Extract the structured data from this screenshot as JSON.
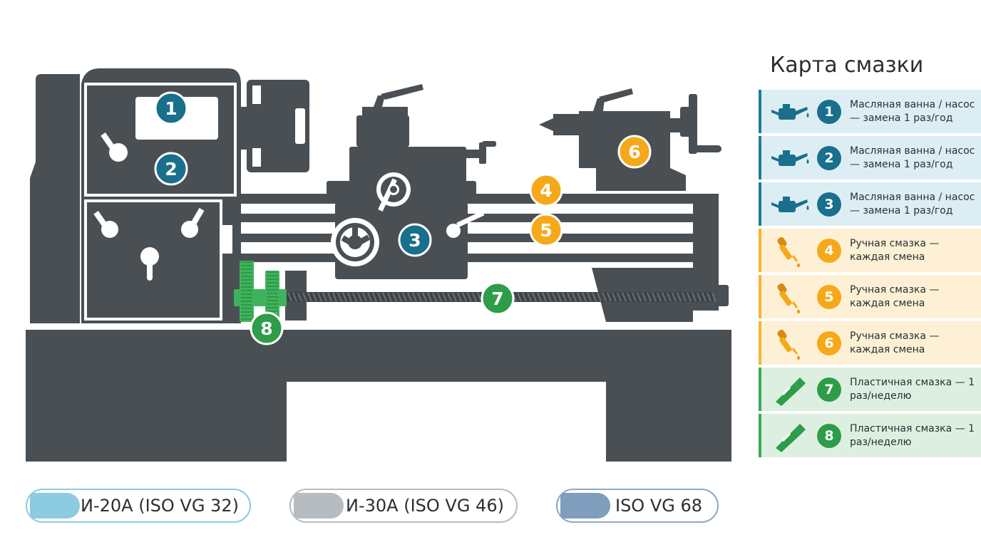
{
  "legend": {
    "title": "Карта смазки",
    "items": [
      {
        "num": "1",
        "text": "Масляная ванна / насос — замена 1 раз/год",
        "group": "blue",
        "icon": "oil-can-icon"
      },
      {
        "num": "2",
        "text": "Масляная ванна / насос — замена 1 раз/год",
        "group": "blue",
        "icon": "oil-can-icon"
      },
      {
        "num": "3",
        "text": "Масляная ванна / насос — замена 1 раз/год",
        "group": "blue",
        "icon": "oil-can-icon"
      },
      {
        "num": "4",
        "text": "Ручная смазка — каждая смена",
        "group": "orange",
        "icon": "dropper-icon"
      },
      {
        "num": "5",
        "text": "Ручная смазка — каждая смена",
        "group": "orange",
        "icon": "dropper-icon"
      },
      {
        "num": "6",
        "text": "Ручная смазка — каждая смена",
        "group": "orange",
        "icon": "dropper-icon"
      },
      {
        "num": "7",
        "text": "Пластичная смазка — 1 раз/неделю",
        "group": "green",
        "icon": "grease-tube-icon"
      },
      {
        "num": "8",
        "text": "Пластичная смазка — 1 раз/неделю",
        "group": "green",
        "icon": "grease-tube-icon"
      }
    ]
  },
  "markers": [
    {
      "num": "1",
      "group": "blue"
    },
    {
      "num": "2",
      "group": "blue"
    },
    {
      "num": "3",
      "group": "blue"
    },
    {
      "num": "4",
      "group": "orange"
    },
    {
      "num": "5",
      "group": "orange"
    },
    {
      "num": "6",
      "group": "orange"
    },
    {
      "num": "7",
      "group": "green"
    },
    {
      "num": "8",
      "group": "green"
    }
  ],
  "oil_types": [
    {
      "label": "И-20А (ISO VG 32)",
      "color": "#8ccbe0",
      "border": "#8ccbe0"
    },
    {
      "label": "И-30А (ISO VG 46)",
      "color": "#b7bcc1",
      "border": "#b7bcc1"
    },
    {
      "label": "ISO VG 68",
      "color": "#7f9dbd",
      "border": "#90a8c4"
    }
  ],
  "colors": {
    "machine": "#4a4f54",
    "blue": "#1a6f8c",
    "orange": "#f5a91a",
    "green": "#2e9c48",
    "gear": "#3fb35b"
  }
}
